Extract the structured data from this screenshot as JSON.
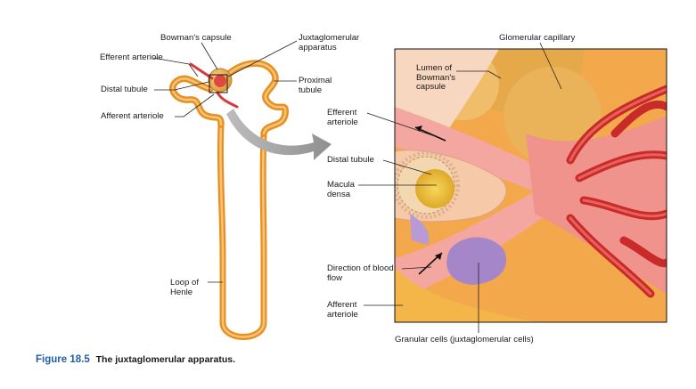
{
  "figure": {
    "number": "Figure 18.5",
    "caption": "The juxtaglomerular apparatus."
  },
  "nephron_labels": {
    "bowmans_capsule": "Bowman's capsule",
    "juxtaglomerular_apparatus": "Juxtaglomerular apparatus",
    "efferent_arteriole": "Efferent arteriole",
    "distal_tubule": "Distal tubule",
    "proximal_tubule": "Proximal tubule",
    "afferent_arteriole": "Afferent arteriole",
    "loop_of_henle": "Loop of Henle"
  },
  "detail_labels": {
    "glomerular_capillary": "Glomerular capillary",
    "lumen_of_bowmans_capsule": "Lumen of Bowman's capsule",
    "efferent_arteriole": "Efferent arteriole",
    "distal_tubule": "Distal tubule",
    "macula_densa": "Macula densa",
    "direction_of_blood_flow": "Direction of blood flow",
    "afferent_arteriole": "Afferent arteriole",
    "granular_cells": "Granular cells (juxtaglomerular cells)"
  },
  "colors": {
    "caption_blue": "#1f5fa8",
    "tubule_orange": "#f2a23a",
    "vessel_red": "#d63a3a",
    "arteriole_pink": "#f4a7a0",
    "capsule_gold": "#e9b25a",
    "granular_purple": "#a486c9",
    "macula_yellow": "#f4c84a",
    "arrow_gray": "#9a9a9a"
  }
}
